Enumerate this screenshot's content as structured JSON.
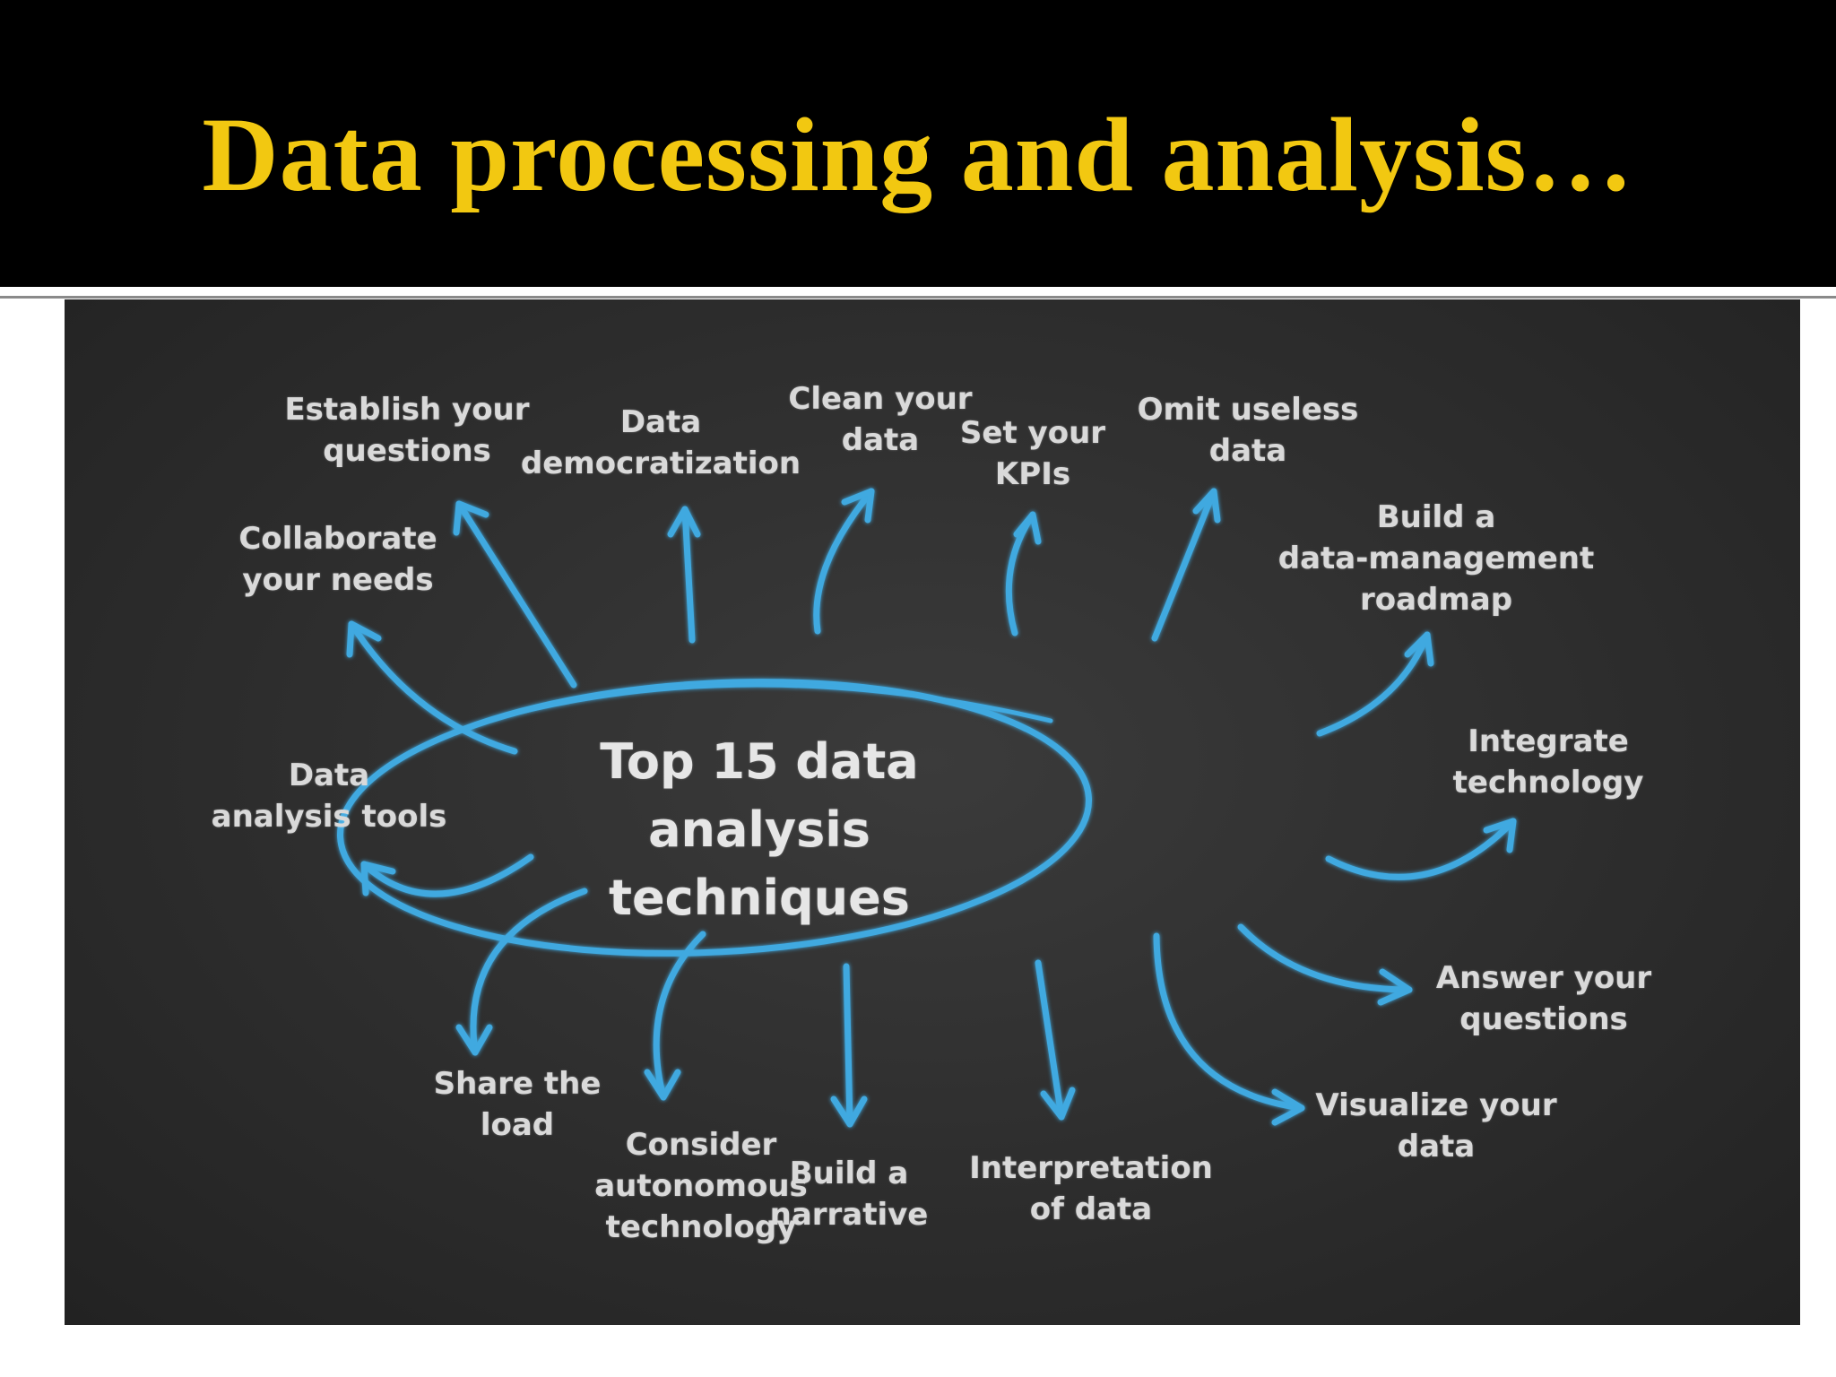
{
  "slide": {
    "title": "Data processing and analysis…"
  },
  "diagram": {
    "center": "Top 15 data\nanalysis techniques",
    "techniques": {
      "establish_questions": "Establish your\nquestions",
      "data_democratization": "Data\ndemocratization",
      "clean_data": "Clean your\ndata",
      "set_kpis": "Set your\nKPIs",
      "omit_useless_data": "Omit useless\ndata",
      "collaborate_needs": "Collaborate\nyour needs",
      "data_management_roadmap": "Build a\ndata-management\nroadmap",
      "analysis_tools": "Data\nanalysis tools",
      "integrate_technology": "Integrate\ntechnology",
      "answer_questions": "Answer your\nquestions",
      "share_load": "Share the\nload",
      "autonomous_technology": "Consider\nautonomous\ntechnology",
      "build_narrative": "Build a\nnarrative",
      "interpretation": "Interpretation\nof data",
      "visualize_data": "Visualize your\ndata"
    }
  },
  "colors": {
    "title": "#f2c811",
    "chalk": "#d9d9d9",
    "arrow": "#3fa9e0",
    "board": "#2d2d2d",
    "title_bar": "#000000"
  }
}
